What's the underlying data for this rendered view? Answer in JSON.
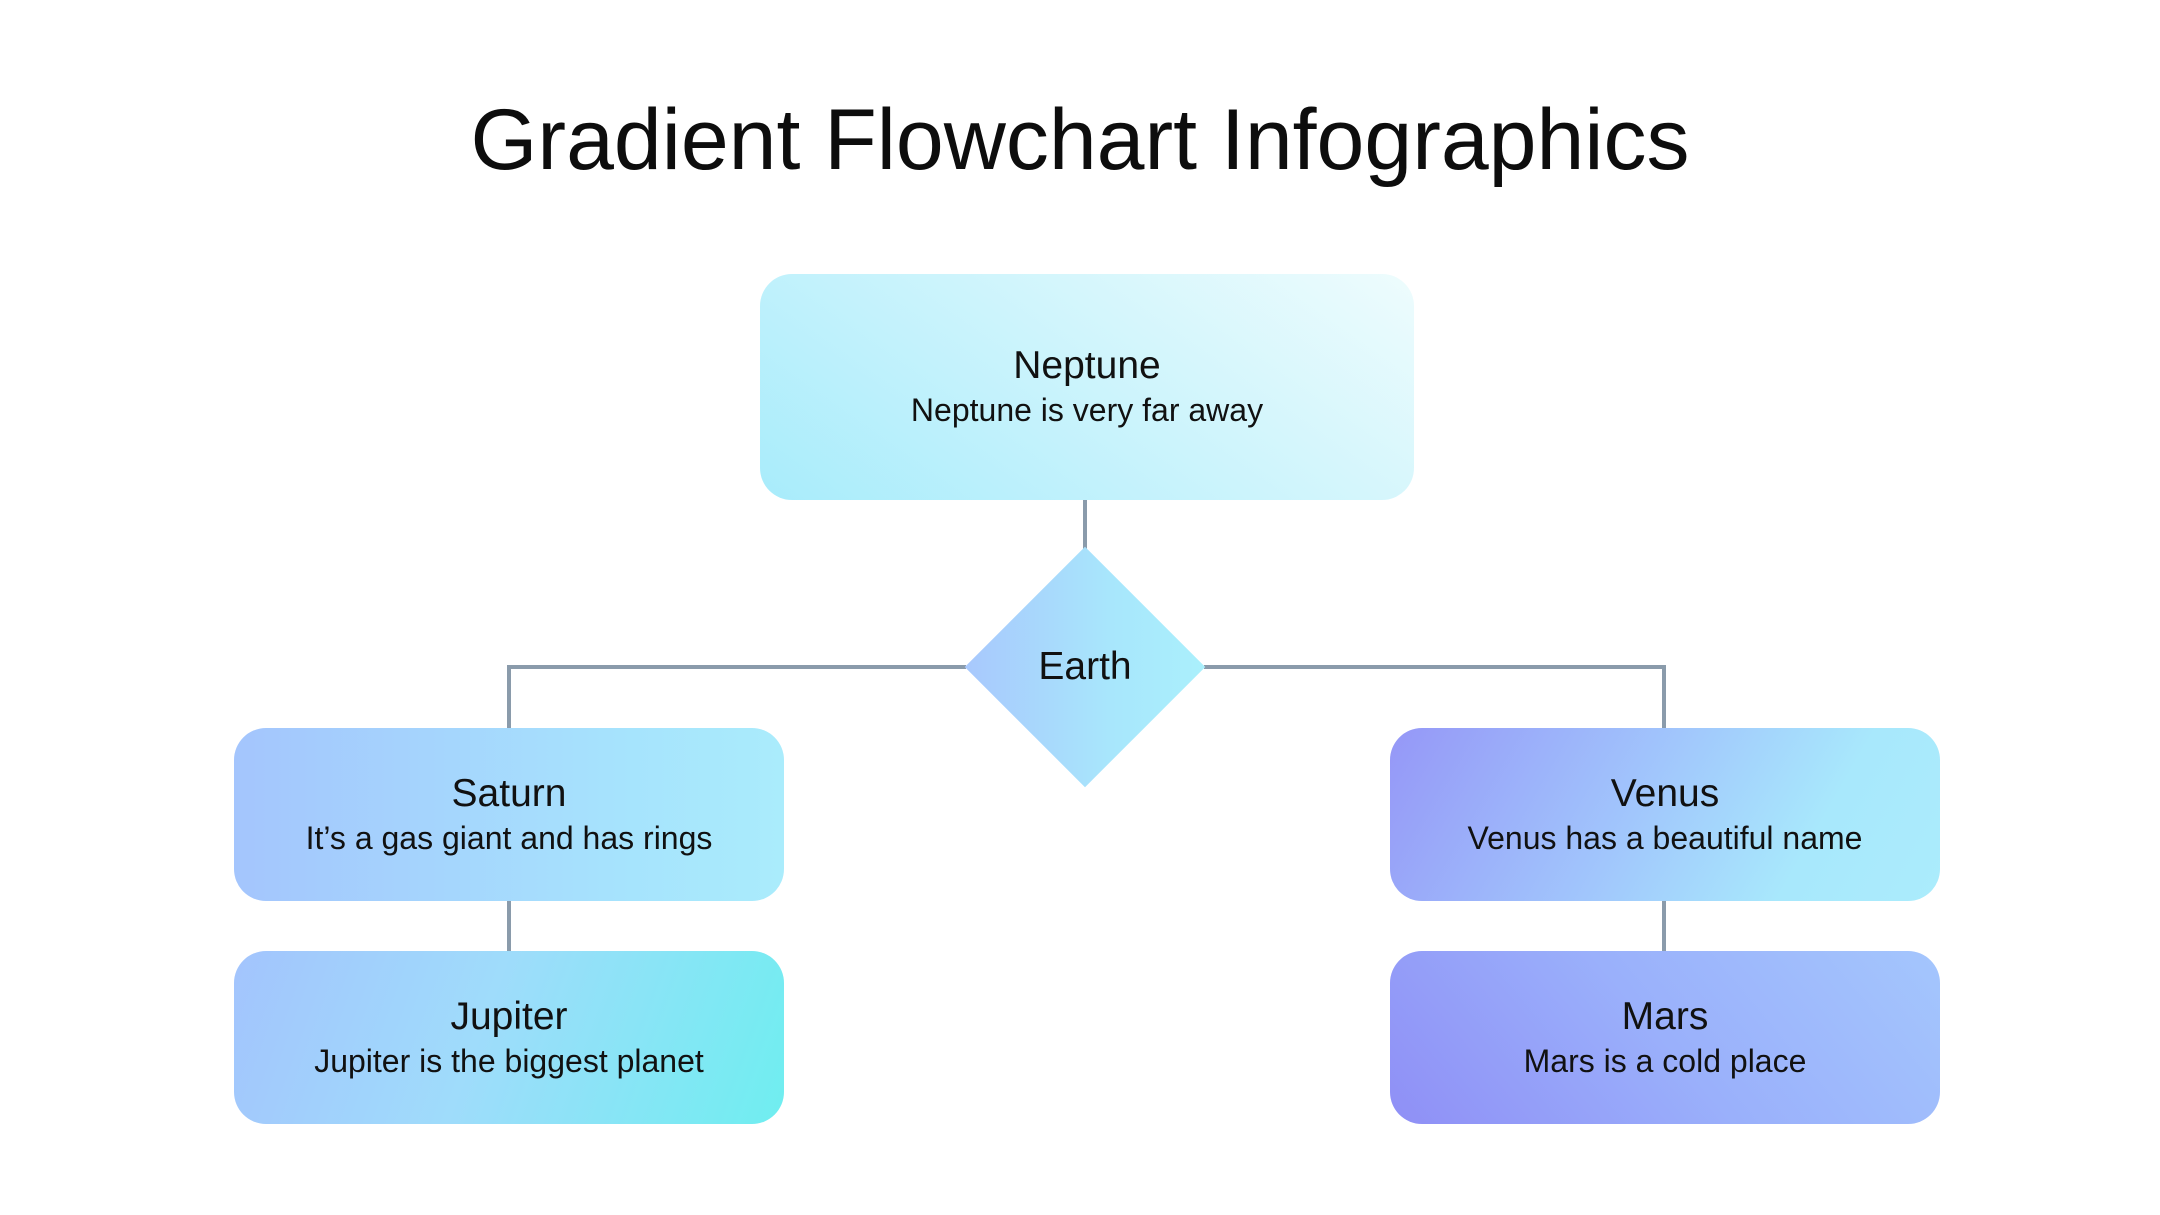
{
  "title": "Gradient Flowchart Infographics",
  "nodes": {
    "neptune": {
      "name": "Neptune",
      "desc": "Neptune is very far away"
    },
    "earth": {
      "name": "Earth"
    },
    "saturn": {
      "name": "Saturn",
      "desc": "It’s a gas giant and has rings"
    },
    "jupiter": {
      "name": "Jupiter",
      "desc": "Jupiter is the biggest planet"
    },
    "venus": {
      "name": "Venus",
      "desc": "Venus has a beautiful name"
    },
    "mars": {
      "name": "Mars",
      "desc": "Mars is a cold place"
    }
  },
  "edges": [
    {
      "from": "Neptune",
      "to": "Earth"
    },
    {
      "from": "Earth",
      "to": "Saturn"
    },
    {
      "from": "Earth",
      "to": "Venus"
    },
    {
      "from": "Saturn",
      "to": "Jupiter"
    },
    {
      "from": "Venus",
      "to": "Mars"
    }
  ],
  "colors": {
    "connector": "#8a9bab",
    "cyan": "#a8ecfb",
    "light_blue": "#a4c5fd",
    "turquoise": "#6feef0",
    "violet": "#9597f7"
  }
}
